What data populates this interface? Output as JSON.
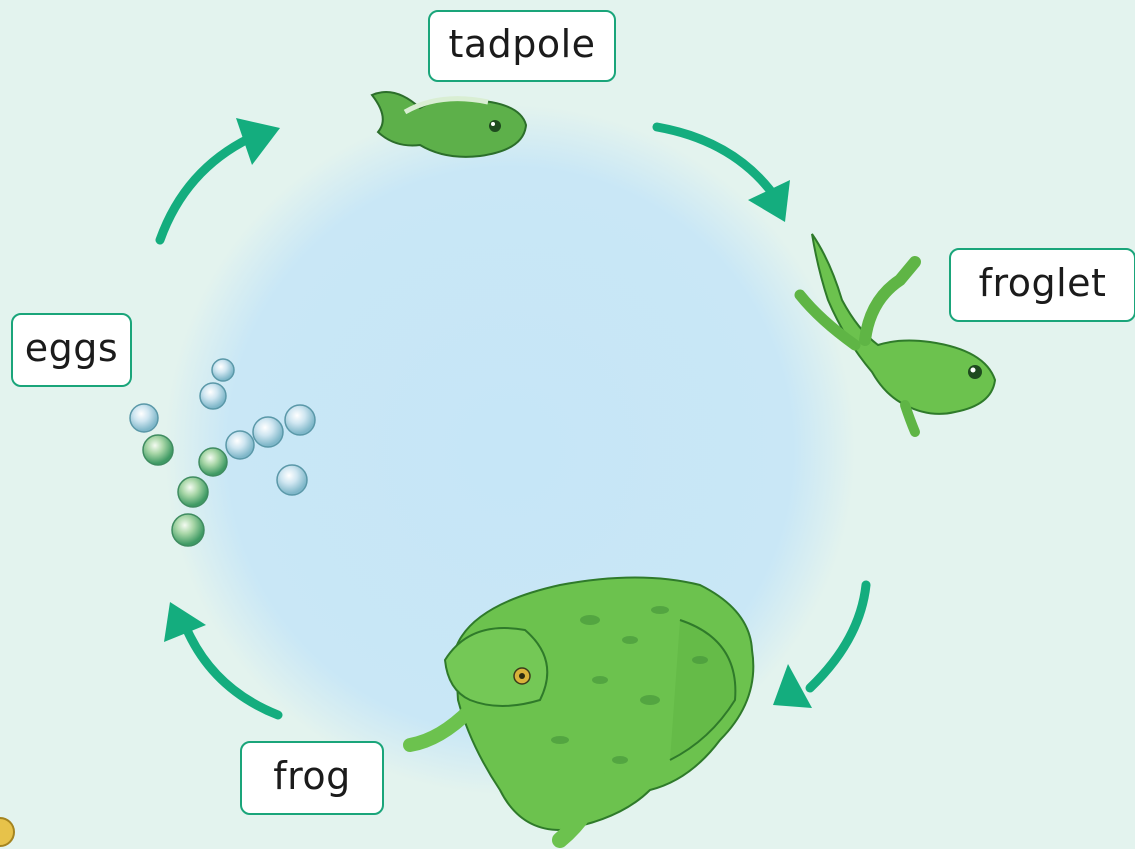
{
  "stages": {
    "tadpole": "tadpole",
    "froglet": "froglet",
    "eggs": "eggs",
    "frog": "frog"
  },
  "colors": {
    "background": "#e3f3ee",
    "pond": "#cbe7f7",
    "arrow": "#14ad7e",
    "label_border": "#1aa57a",
    "frog_green": "#5fbf4a",
    "frog_dark": "#2f7a2a"
  },
  "icons": [
    "tadpole-illustration",
    "froglet-illustration",
    "frog-illustration",
    "frogspawn-illustration",
    "cycle-arrow"
  ]
}
